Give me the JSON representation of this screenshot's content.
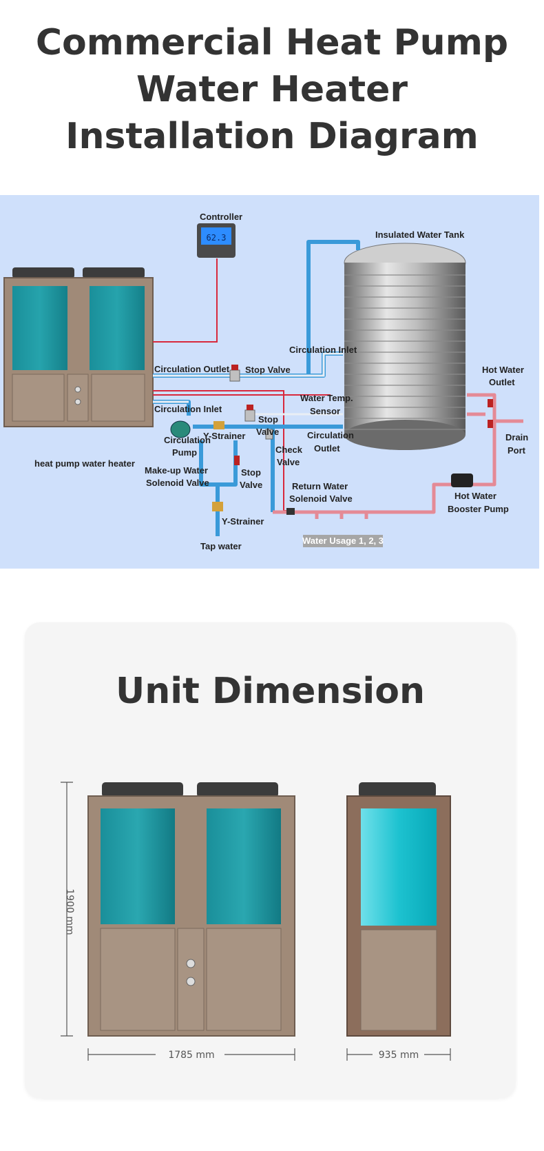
{
  "header": {
    "title_line1": "Commercial Heat Pump",
    "title_line2": "Water Heater",
    "title_line3": "Installation Diagram"
  },
  "diagram": {
    "labels": {
      "controller": "Controller",
      "controller_display": "62.3",
      "insulated_tank": "Insulated Water Tank",
      "circulation_inlet_tank": "Circulation Inlet",
      "circulation_outlet": "Circulation Outlet",
      "stop_valve_1": "Stop Valve",
      "circulation_inlet": "Circulation Inlet",
      "water_temp_sensor_1": "Water Temp.",
      "water_temp_sensor_2": "Sensor",
      "stop_valve_2a": "Stop",
      "stop_valve_2b": "Valve",
      "y_strainer_1": "Y-Strainer",
      "circulation_pump_1": "Circulation",
      "circulation_pump_2": "Pump",
      "circulation_outlet_tank_1": "Circulation",
      "circulation_outlet_tank_2": "Outlet",
      "check_valve_1": "Check",
      "check_valve_2": "Valve",
      "heat_pump": "heat pump water heater",
      "makeup_1": "Make-up Water",
      "makeup_2": "Solenoid Valve",
      "stop_valve_3a": "Stop",
      "stop_valve_3b": "Valve",
      "return_water_1": "Return Water",
      "return_water_2": "Solenoid Valve",
      "hot_water_outlet_1": "Hot Water",
      "hot_water_outlet_2": "Outlet",
      "drain_1": "Drain",
      "drain_2": "Port",
      "booster_1": "Hot Water",
      "booster_2": "Booster Pump",
      "y_strainer_2": "Y-Strainer",
      "tap_water": "Tap water",
      "water_usage": "Water Usage 1, 2, 3"
    },
    "colors": {
      "background": "#cfe0fb",
      "cold_pipe": "#3a9ad9",
      "hot_pipe": "#e48a96",
      "signal_wire": "#d8283c",
      "unit_body": "#a08a78",
      "coil": "#1a8f9a"
    }
  },
  "dimension": {
    "title": "Unit Dimension",
    "height": "1900 mm",
    "width_front": "1785 mm",
    "width_side": "935 mm"
  }
}
